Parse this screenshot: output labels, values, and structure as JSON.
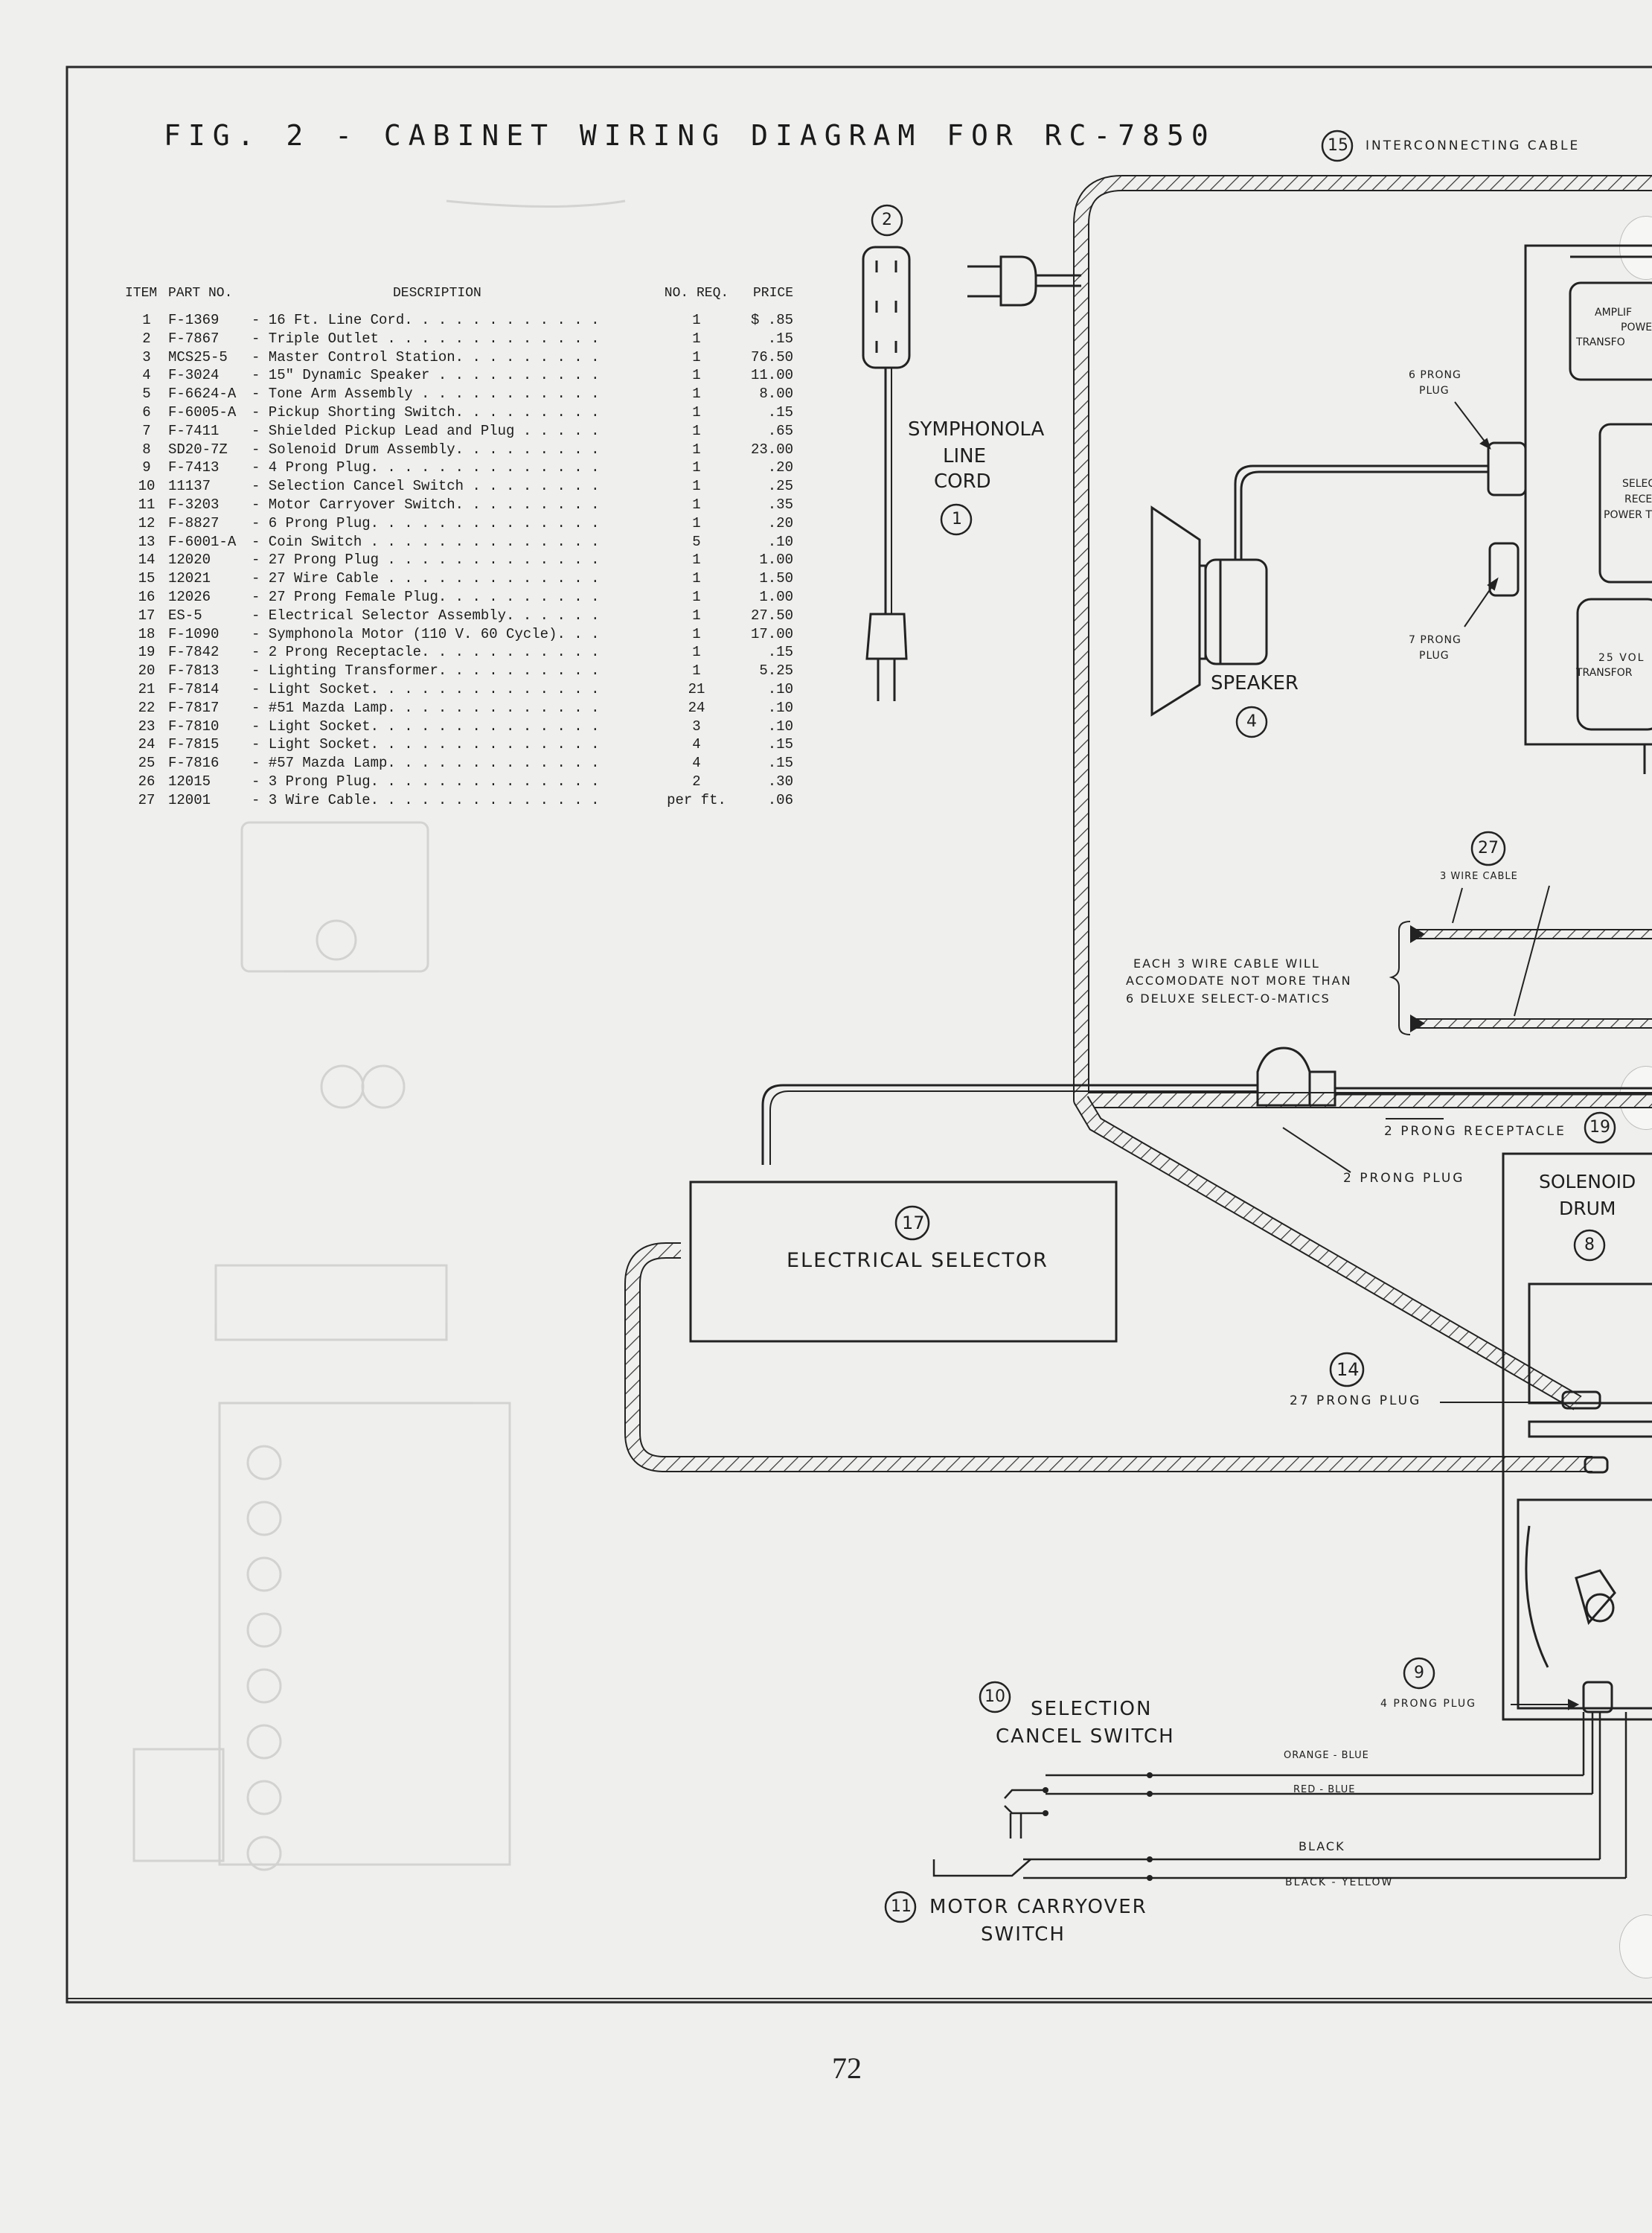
{
  "title": "FIG. 2 - CABINET WIRING DIAGRAM FOR RC-7850",
  "page_number": "72",
  "parts_table": {
    "headers": [
      "ITEM",
      "PART NO.",
      "DESCRIPTION",
      "NO. REQ.",
      "PRICE"
    ],
    "rows": [
      {
        "item": "1",
        "part": "F-1369",
        "desc": "- 16 Ft. Line Cord. . . . . . . . . . . .",
        "req": "1",
        "price": "$ .85"
      },
      {
        "item": "2",
        "part": "F-7867",
        "desc": "- Triple Outlet . . . . . . . . . . . . .",
        "req": "1",
        "price": ".15"
      },
      {
        "item": "3",
        "part": "MCS25-5",
        "desc": "- Master Control Station. . . . . . . . .",
        "req": "1",
        "price": "76.50"
      },
      {
        "item": "4",
        "part": "F-3024",
        "desc": "- 15\" Dynamic Speaker . . . . . . . . . .",
        "req": "1",
        "price": "11.00"
      },
      {
        "item": "5",
        "part": "F-6624-A",
        "desc": "- Tone Arm Assembly . . . . . . . . . . .",
        "req": "1",
        "price": "8.00"
      },
      {
        "item": "6",
        "part": "F-6005-A",
        "desc": "- Pickup Shorting Switch. . . . . . . . .",
        "req": "1",
        "price": ".15"
      },
      {
        "item": "7",
        "part": "F-7411",
        "desc": "- Shielded Pickup Lead and Plug . . . . .",
        "req": "1",
        "price": ".65"
      },
      {
        "item": "8",
        "part": "SD20-7Z",
        "desc": "- Solenoid Drum Assembly. . . . . . . . .",
        "req": "1",
        "price": "23.00"
      },
      {
        "item": "9",
        "part": "F-7413",
        "desc": "- 4 Prong Plug. . . . . . . . . . . . . .",
        "req": "1",
        "price": ".20"
      },
      {
        "item": "10",
        "part": "11137",
        "desc": "- Selection Cancel Switch . . . . . . . .",
        "req": "1",
        "price": ".25"
      },
      {
        "item": "11",
        "part": "F-3203",
        "desc": "- Motor Carryover Switch. . . . . . . . .",
        "req": "1",
        "price": ".35"
      },
      {
        "item": "12",
        "part": "F-8827",
        "desc": "- 6 Prong Plug. . . . . . . . . . . . . .",
        "req": "1",
        "price": ".20"
      },
      {
        "item": "13",
        "part": "F-6001-A",
        "desc": "- Coin Switch . . . . . . . . . . . . . .",
        "req": "5",
        "price": ".10"
      },
      {
        "item": "14",
        "part": "12020",
        "desc": "- 27 Prong Plug . . . . . . . . . . . . .",
        "req": "1",
        "price": "1.00"
      },
      {
        "item": "15",
        "part": "12021",
        "desc": "- 27 Wire Cable . . . . . . . . . . . . .",
        "req": "1",
        "price": "1.50"
      },
      {
        "item": "16",
        "part": "12026",
        "desc": "- 27 Prong Female Plug. . . . . . . . . .",
        "req": "1",
        "price": "1.00"
      },
      {
        "item": "17",
        "part": "ES-5",
        "desc": "- Electrical Selector Assembly. . . . . .",
        "req": "1",
        "price": "27.50"
      },
      {
        "item": "18",
        "part": "F-1090",
        "desc": "- Symphonola Motor (110 V. 60 Cycle). . .",
        "req": "1",
        "price": "17.00"
      },
      {
        "item": "19",
        "part": "F-7842",
        "desc": "- 2 Prong Receptacle. . . . . . . . . . .",
        "req": "1",
        "price": ".15"
      },
      {
        "item": "20",
        "part": "F-7813",
        "desc": "- Lighting Transformer. . . . . . . . . .",
        "req": "1",
        "price": "5.25"
      },
      {
        "item": "21",
        "part": "F-7814",
        "desc": "- Light Socket. . . . . . . . . . . . . .",
        "req": "21",
        "price": ".10"
      },
      {
        "item": "22",
        "part": "F-7817",
        "desc": "- #51 Mazda Lamp. . . . . . . . . . . . .",
        "req": "24",
        "price": ".10"
      },
      {
        "item": "23",
        "part": "F-7810",
        "desc": "- Light Socket. . . . . . . . . . . . . .",
        "req": "3",
        "price": ".10"
      },
      {
        "item": "24",
        "part": "F-7815",
        "desc": "- Light Socket. . . . . . . . . . . . . .",
        "req": "4",
        "price": ".15"
      },
      {
        "item": "25",
        "part": "F-7816",
        "desc": "- #57 Mazda Lamp. . . . . . . . . . . . .",
        "req": "4",
        "price": ".15"
      },
      {
        "item": "26",
        "part": "12015",
        "desc": "- 3 Prong Plug. . . . . . . . . . . . . .",
        "req": "2",
        "price": ".30"
      },
      {
        "item": "27",
        "part": "12001",
        "desc": "- 3 Wire Cable. . . . . . . . . . . . . .",
        "req": "per ft.",
        "price": ".06"
      }
    ]
  },
  "labels": {
    "interconnecting_cable": "INTERCONNECTING CABLE",
    "symphonola_line_cord": [
      "SYMPHONOLA",
      "LINE",
      "CORD"
    ],
    "speaker": "SPEAKER",
    "six_prong_plug": [
      "6 PRONG",
      "PLUG"
    ],
    "seven_prong_plug": [
      "7 PRONG",
      "PLUG"
    ],
    "amplifier_power_transformer": [
      "AMPLIF",
      "POWE",
      "TRANSFO"
    ],
    "selector_receiver_power": [
      "SELECT",
      "RECEIV",
      "POWER T"
    ],
    "twentyfive_volt_transformer": [
      "25 VOL",
      "TRANSFOR"
    ],
    "three_wire_cable": "3 WIRE CABLE",
    "cable_note": [
      "EACH 3 WIRE CABLE WILL",
      "ACCOMODATE NOT MORE THAN",
      "6 DELUXE SELECT-O-MATICS"
    ],
    "two_prong_receptacle": "2 PRONG RECEPTACLE",
    "two_prong_plug": "2 PRONG PLUG",
    "electrical_selector": "ELECTRICAL SELECTOR",
    "solenoid_drum": [
      "SOLENOID",
      "DRUM"
    ],
    "twentyseven_prong_plug": "27 PRONG PLUG",
    "four_prong_plug": "4 PRONG PLUG",
    "selection_cancel_switch": [
      "SELECTION",
      "CANCEL SWITCH"
    ],
    "motor_carryover_switch": [
      "MOTOR CARRYOVER",
      "SWITCH"
    ],
    "wire_orange_blue": "ORANGE - BLUE",
    "wire_red_blue": "RED - BLUE",
    "wire_black": "BLACK",
    "wire_black_yellow": "BLACK - YELLOW"
  },
  "callouts": {
    "n1": "1",
    "n2": "2",
    "n4": "4",
    "n8": "8",
    "n9": "9",
    "n10": "10",
    "n11": "11",
    "n14": "14",
    "n15": "15",
    "n17": "17",
    "n19": "19",
    "n27": "27"
  }
}
